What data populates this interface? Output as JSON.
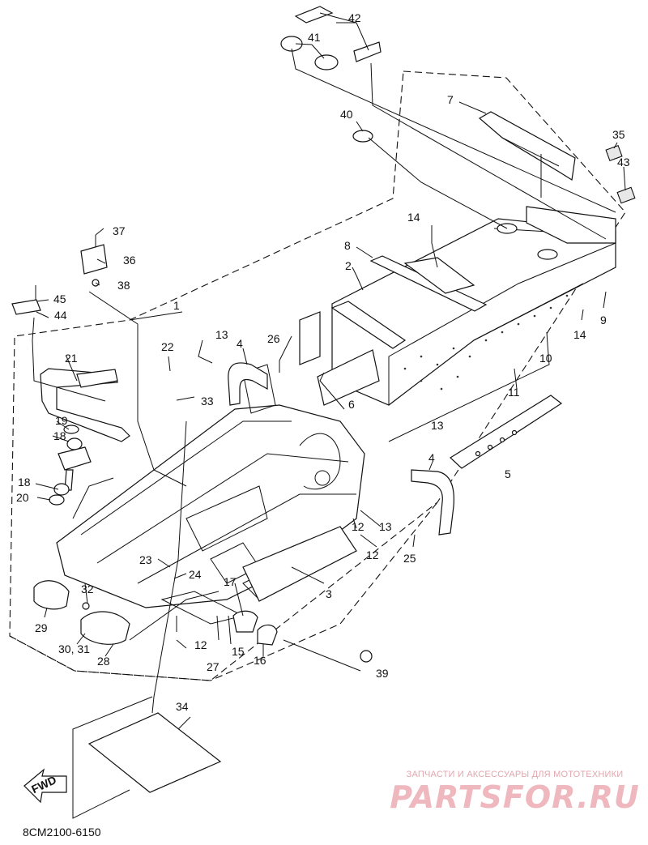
{
  "diagram": {
    "catalog_code": "8CM2100-6150",
    "fwd_label": "FWD",
    "callouts": {
      "c1": "1",
      "c2": "2",
      "c3": "3",
      "c4a": "4",
      "c4b": "4",
      "c5": "5",
      "c6": "6",
      "c7": "7",
      "c8": "8",
      "c9": "9",
      "c10": "10",
      "c11": "11",
      "c12a": "12",
      "c12b": "12",
      "c12c": "12",
      "c13a": "13",
      "c13b": "13",
      "c13c": "13",
      "c14a": "14",
      "c14b": "14",
      "c15": "15",
      "c16": "16",
      "c17": "17",
      "c18a": "18",
      "c18b": "18",
      "c19": "19",
      "c20": "20",
      "c21": "21",
      "c22": "22",
      "c23": "23",
      "c24": "24",
      "c25": "25",
      "c26": "26",
      "c27": "27",
      "c28": "28",
      "c29": "29",
      "c30_31": "30, 31",
      "c32": "32",
      "c33": "33",
      "c34": "34",
      "c35": "35",
      "c36": "36",
      "c37": "37",
      "c38": "38",
      "c39": "39",
      "c40": "40",
      "c41": "41",
      "c42": "42",
      "c43": "43",
      "c44": "44",
      "c45": "45"
    }
  },
  "watermark": {
    "tagline": "ЗАПЧАСТИ И АКСЕССУАРЫ ДЛЯ МОТОТЕХНИКИ",
    "logo": "PARTSFOR.RU"
  },
  "colors": {
    "ink": "#111111",
    "watermark": "#efb8be"
  }
}
